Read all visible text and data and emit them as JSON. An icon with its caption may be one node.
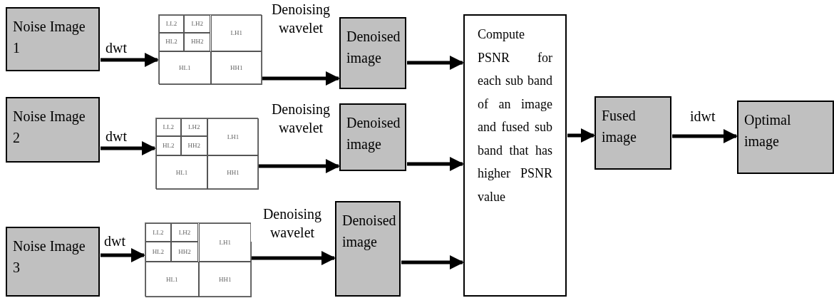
{
  "diagram": {
    "nodes": [
      {
        "text": [
          "Noise Image 1"
        ]
      },
      {
        "text": [],
        "shape": "box"
      },
      {
        "text": [
          "LL2"
        ],
        "in": 1
      },
      {
        "text": [
          "LH2"
        ],
        "in": 1
      },
      {
        "text": [
          "LH1"
        ],
        "in": 1
      },
      {
        "text": [
          "HL2"
        ],
        "in": 1
      },
      {
        "text": [
          "HH2"
        ],
        "in": 1
      },
      {
        "text": [
          "HL1"
        ],
        "in": 1
      },
      {
        "text": [
          "HH1"
        ],
        "in": 1
      },
      {
        "text": [
          "Denoised image"
        ]
      },
      {
        "text": [
          "Noise Image 2"
        ]
      },
      {
        "text": [],
        "shape": "box"
      },
      {
        "text": [
          "LL2"
        ],
        "in": 11
      },
      {
        "text": [
          "LH2"
        ],
        "in": 11
      },
      {
        "text": [
          "LH1"
        ],
        "in": 11
      },
      {
        "text": [
          "HL2"
        ],
        "in": 11
      },
      {
        "text": [
          "HH2"
        ],
        "in": 11
      },
      {
        "text": [
          "HL1"
        ],
        "in": 11
      },
      {
        "text": [
          "HH1"
        ],
        "in": 11
      },
      {
        "text": [
          "Denoised image"
        ]
      },
      {
        "text": [
          "Noise Image 3"
        ]
      },
      {
        "text": [],
        "shape": "box"
      },
      {
        "text": [
          "LL2"
        ],
        "in": 21
      },
      {
        "text": [
          "LH2"
        ],
        "in": 21
      },
      {
        "text": [
          "LH1"
        ],
        "in": 21
      },
      {
        "text": [
          "HL2"
        ],
        "in": 21
      },
      {
        "text": [
          "HH2"
        ],
        "in": 21
      },
      {
        "text": [
          "HL1"
        ],
        "in": 21
      },
      {
        "text": [
          "HH1"
        ],
        "in": 21
      },
      {
        "text": [
          "Denoised image"
        ]
      },
      {
        "text": [
          "Compute PSNR for each sub band of an image and fused sub band that has higher PSNR value"
        ]
      },
      {
        "text": [
          "Fused image"
        ]
      },
      {
        "text": [
          "Optimal image"
        ]
      }
    ],
    "edges": [
      {
        "from": 0,
        "to": 1,
        "arrow": "to",
        "label": "dwt"
      },
      {
        "from": 1,
        "to": 9,
        "arrow": "to",
        "label": "Denoising wavelet"
      },
      {
        "from": 10,
        "to": 11,
        "arrow": "to",
        "label": "dwt"
      },
      {
        "from": 11,
        "to": 19,
        "arrow": "to",
        "label": "Denoising wavelet"
      },
      {
        "from": 20,
        "to": 21,
        "arrow": "to",
        "label": "dwt"
      },
      {
        "from": 21,
        "to": 29,
        "arrow": "to",
        "label": "Denoising wavelet"
      },
      {
        "from": 9,
        "to": 30,
        "arrow": "to"
      },
      {
        "from": 19,
        "to": 30,
        "arrow": "to"
      },
      {
        "from": 29,
        "to": 30,
        "arrow": "to"
      },
      {
        "from": 30,
        "to": 31,
        "arrow": "to"
      },
      {
        "from": 31,
        "to": 32,
        "arrow": "to",
        "label": "idwt"
      }
    ]
  }
}
